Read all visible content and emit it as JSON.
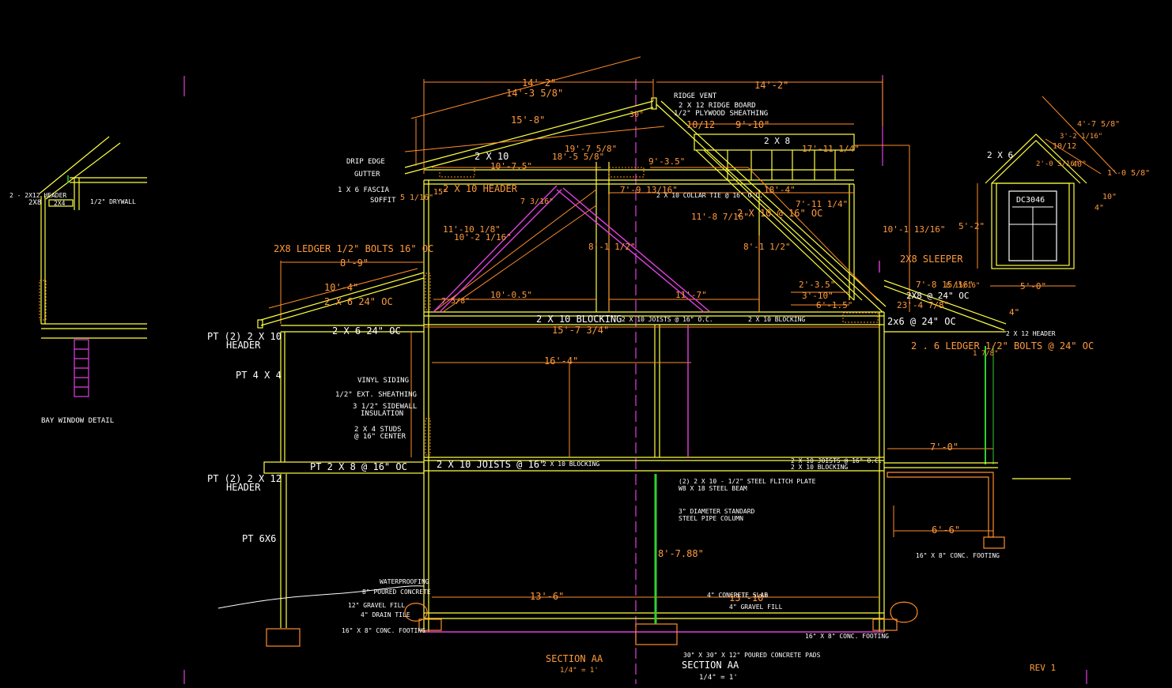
{
  "colors": {
    "bg": "#000000",
    "yellow": "#ffff40",
    "orange": "#ff8c2a",
    "magenta": "#e040e0",
    "white": "#ffffff",
    "green": "#30d030"
  },
  "title": {
    "section_a": "SECTION AA",
    "section_b": "SECTION AA",
    "scale_a": "1/4\" = 1'",
    "scale_b": "1/4\" = 1'",
    "rev": "REV 1"
  },
  "bay": {
    "title": "BAY WINDOW DETAIL",
    "header": "2 - 2X12 HEADER",
    "stud": "2X8",
    "b2x4": "2X4",
    "drywall": "1/2\" DRYWALL"
  },
  "roof": {
    "d_top_left": "14'-2\"",
    "d_top_left_b": "14'-3 5/8\"",
    "d_15_8": "15'-8\"",
    "d_top_right": "14'-2\"",
    "ridge_vent": "RIDGE VENT",
    "ridge_board": "2 X 12 RIDGE BOARD",
    "plywood": "1/2\" PLYWOOD SHEATHING",
    "deg30": "30°",
    "pitch": "10/12",
    "d_9_10": "9'-10\"",
    "rafter_2x10": "2 X 10",
    "rafter_2x8": "2 X 8",
    "d_18_5": "18'-5 5/8\"",
    "d_19_7": "19'-7 5/8\"",
    "d_10_7": "10'-7.5\"",
    "d_9_3": "9'-3.5\"",
    "d_17_11": "17'-11 1/4\"",
    "drip": "DRIP EDGE",
    "gutter": "GUTTER",
    "fascia": "1 X 6 FASCIA",
    "soffit": "SOFFIT",
    "d_5_16": "5 1/16\"",
    "header_2x10": "2 X 10 HEADER",
    "d_15": "15\"",
    "d_7_9": "7'-9 13/16\"",
    "collar": "2 X 10 COLLAR TIE @ 16\" O.C.",
    "d_18_4": "18'-4\"",
    "d_7_11": "7'-11 1/4\"",
    "joists_2x10": "2 X 10 @ 16\" OC",
    "d_11_8": "11'-8 7/16\"",
    "d_7_3": "7 3/16\"",
    "d_11_10": "11'-10 1/8\"",
    "d_10_2": "10'-2 1/16\"",
    "d_8_1a": "8'-1 1/2\"",
    "d_8_1b": "8'-1 1/2\"",
    "d_10_1": "10'-1 13/16\"",
    "sleeper": "2X8 SLEEPER",
    "d_2_3": "2'-3.5\"",
    "d_3_10": "3'-10\"",
    "d_6_1": "6'-1.5\"",
    "d_10_05": "10'-0.5\"",
    "d_11_7": "11'-7\"",
    "d_7_5": "7 5/8\"",
    "d_7_8": "7'-8 15/16\"",
    "d_23_4": "23'-4 7/8\"",
    "d_8_15": "8 15/16\"",
    "r2x8_24": "2X8 @ 24\" OC"
  },
  "left_porch": {
    "ledger": "2X8 LEDGER 1/2\" BOLTS 16\" OC",
    "d_8_9": "8'-9\"",
    "d_10_4": "10'-4\"",
    "r2x6_24": "2 X 6 24\" OC",
    "joist_2x6": "2 X 6 24\" OC",
    "hdr1a": "PT (2) 2 X 10",
    "hdr1b": "HEADER",
    "post4": "PT 4 X 4",
    "pt2x8": "PT 2 X 8 @ 16\" OC",
    "hdr2a": "PT (2) 2 X 12",
    "hdr2b": "HEADER",
    "post6": "PT 6X6"
  },
  "walls": {
    "vinyl": "VINYL SIDING",
    "ext_sheath": "1/2\" EXT. SHEATHING",
    "sidewall_a": "3 1/2\" SIDEWALL",
    "sidewall_b": "INSULATION",
    "studs_a": "2 X 4 STUDS",
    "studs_b": "@ 16\" CENTER",
    "waterproof": "WATERPROOFING",
    "poured": "8\" POURED CONCRETE",
    "gravel_l": "12\" GRAVEL FILL",
    "drain": "4\" DRAIN TILE",
    "footing_l": "16\" X 8\" CONC. FOOTING",
    "footing_r": "16\" X 8\" CONC. FOOTING",
    "footing_step": "16\" X 8\" CONC. FOOTING"
  },
  "floors": {
    "blocking_2nd": "2 X 10 BLOCKING",
    "joists_2nd": "2 X 10 JOISTS @ 16\" O.C.",
    "blocking_2nd_r": "2 X 10 BLOCKING",
    "d_15_7": "15'-7 3/4\"",
    "d_16_4": "16'-4\"",
    "joists_1st": "2 X 10 JOISTS @ 16\"",
    "blocking_1st": "2 X 10 BLOCKING",
    "joists_1st_r": "2 X 10 JOISTS @ 16\" O.C.",
    "blocking_1st_r": "2 X 10 BLOCKING",
    "top_plate": "(2) 2 X 10 - 1/2\" STEEL FLITCH PLATE",
    "steel_beam": "W8 X 18 STEEL BEAM",
    "column_a": "3\" DIAMETER STANDARD",
    "column_b": "STEEL PIPE COLUMN",
    "d_8_7": "8'-7.88\"",
    "d_13_6": "13'-6\"",
    "d_13_10": "13'-10\"",
    "slab": "4\" CONCRETE SLAB",
    "gravel_r": "4\" GRAVEL FILL",
    "pads": "30\" X 30\" X 12\" POURED CONCRETE PADS"
  },
  "right_porch": {
    "r2x6_24": "2x6 @ 24\" OC",
    "hdr": "2 X 12 HEADER",
    "ledger": "2 . 6 LEDGER 1/2\" BOLTS @ 24\" OC",
    "d_1_6": "1 7/8\"",
    "d_4": "4\"",
    "d_7_0": "7'-0\"",
    "d_6_6": "6'-6\""
  },
  "dormer": {
    "window": "DC3046",
    "d_4_7": "4'-7 5/8\"",
    "pitch": "10/12",
    "d_3_2": "3'-2 1/16\"",
    "d_2_0": "2'-0 5/16\"",
    "deg40": "40°",
    "d_1_0": "1'-0 5/8\"",
    "d_10": "10\"",
    "d_4": "4\"",
    "r2x6": "2 X 6",
    "d_5_2": "5'-2\"",
    "d_5_0": "5'-0\""
  }
}
